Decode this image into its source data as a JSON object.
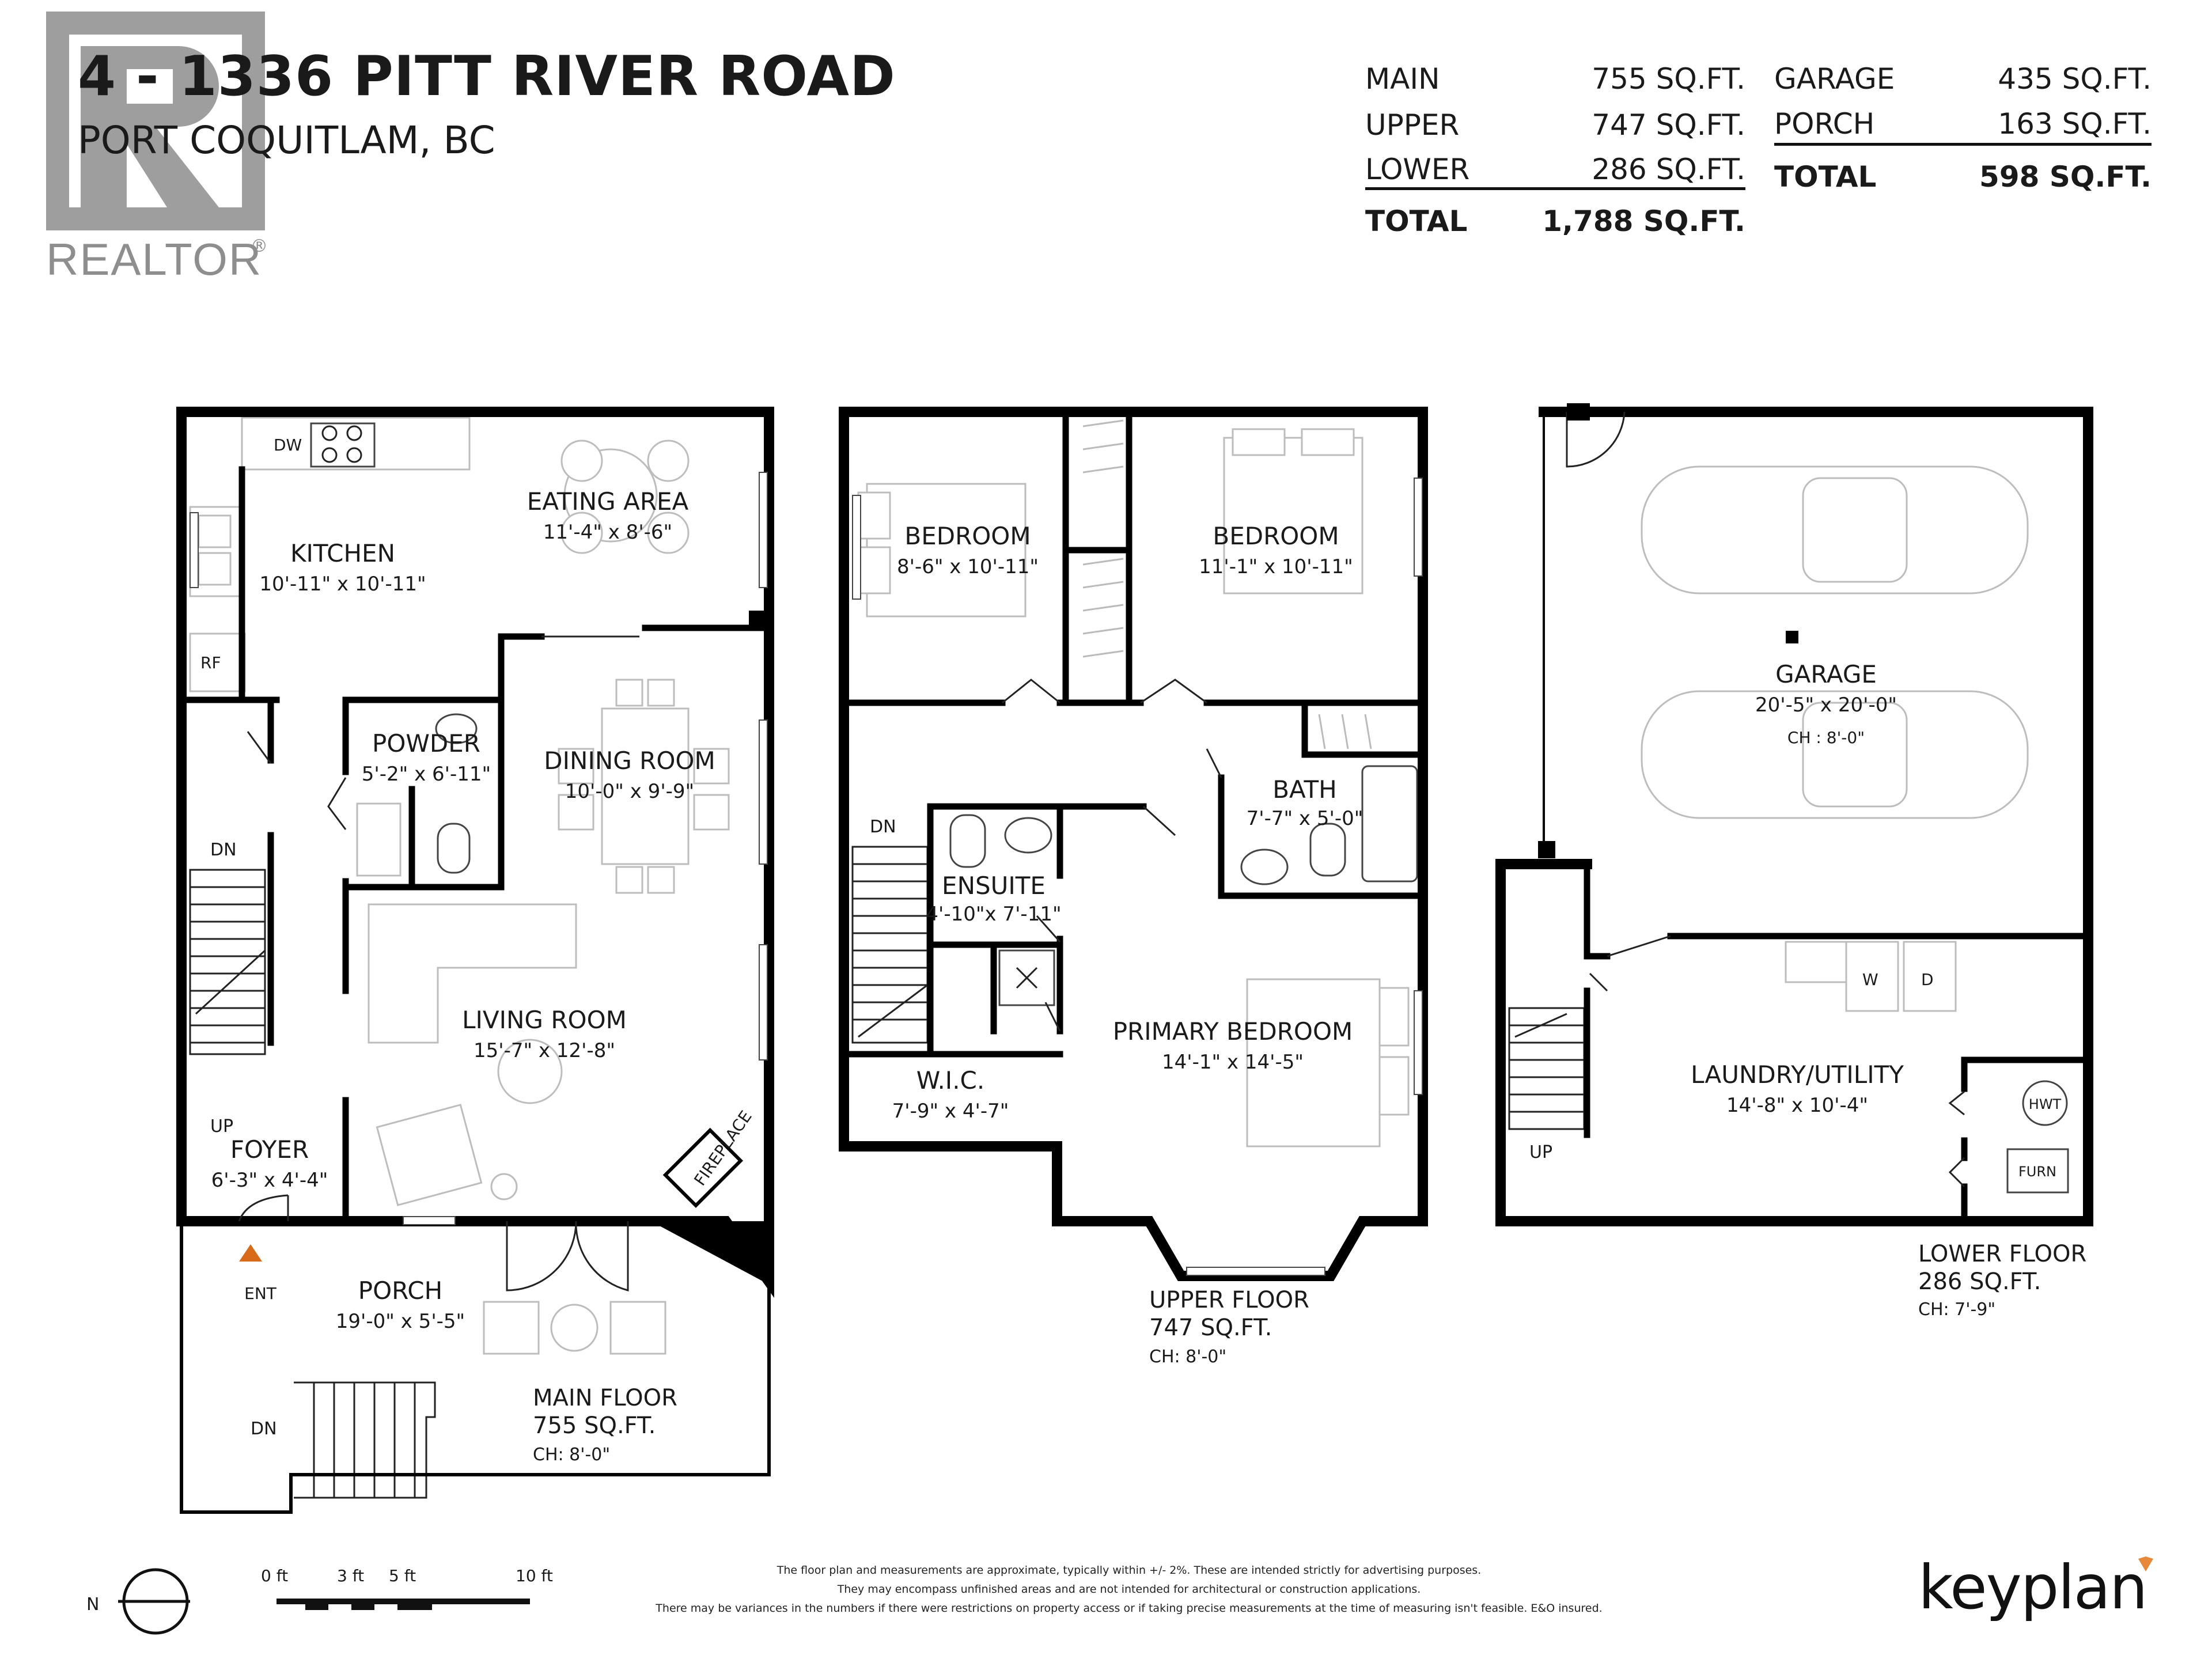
{
  "header": {
    "address": "4 - 1336 PITT RIVER ROAD",
    "city": "PORT COQUITLAM, BC",
    "realtor_logo_text": "REALTOR"
  },
  "areas": {
    "left": [
      {
        "label": "MAIN",
        "value": "755 SQ.FT."
      },
      {
        "label": "UPPER",
        "value": "747 SQ.FT."
      },
      {
        "label": "LOWER",
        "value": "286 SQ.FT."
      }
    ],
    "left_total": {
      "label": "TOTAL",
      "value": "1,788 SQ.FT."
    },
    "right": [
      {
        "label": "GARAGE",
        "value": "435 SQ.FT."
      },
      {
        "label": "PORCH",
        "value": "163 SQ.FT."
      }
    ],
    "right_total": {
      "label": "TOTAL",
      "value": "598 SQ.FT."
    }
  },
  "main_floor": {
    "label": "MAIN FLOOR",
    "area": "755 SQ.FT.",
    "ceiling": "CH: 8'-0\"",
    "rooms": {
      "kitchen": {
        "name": "KITCHEN",
        "dim": "10'-11\" x 10'-11\""
      },
      "eating": {
        "name": "EATING AREA",
        "dim": "11'-4\" x 8'-6\""
      },
      "powder": {
        "name": "POWDER",
        "dim": "5'-2\" x 6'-11\""
      },
      "dining": {
        "name": "DINING ROOM",
        "dim": "10'-0\" x 9'-9\""
      },
      "living": {
        "name": "LIVING ROOM",
        "dim": "15'-7\" x 12'-8\""
      },
      "foyer": {
        "name": "FOYER",
        "dim": "6'-3\" x 4'-4\""
      },
      "porch": {
        "name": "PORCH",
        "dim": "19'-0\" x 5'-5\""
      }
    },
    "tags": {
      "dw": "DW",
      "rf": "RF",
      "dn": "DN",
      "up": "UP",
      "dn2": "DN",
      "fireplace": "FIREPLACE",
      "ent": "ENT"
    }
  },
  "upper_floor": {
    "label": "UPPER FLOOR",
    "area": "747 SQ.FT.",
    "ceiling": "CH: 8'-0\"",
    "rooms": {
      "bedroom1": {
        "name": "BEDROOM",
        "dim": "8'-6\" x 10'-11\""
      },
      "bedroom2": {
        "name": "BEDROOM",
        "dim": "11'-1\" x 10'-11\""
      },
      "bath": {
        "name": "BATH",
        "dim": "7'-7\" x 5'-0\""
      },
      "ensuite": {
        "name": "ENSUITE",
        "dim": "4'-10\"x 7'-11\""
      },
      "wic": {
        "name": "W.I.C.",
        "dim": "7'-9\" x 4'-7\""
      },
      "primary": {
        "name": "PRIMARY BEDROOM",
        "dim": "14'-1\" x 14'-5\""
      }
    },
    "tags": {
      "dn": "DN"
    }
  },
  "lower_floor": {
    "label": "LOWER FLOOR",
    "area": "286 SQ.FT.",
    "ceiling": "CH: 7'-9\"",
    "rooms": {
      "garage": {
        "name": "GARAGE",
        "dim": "20'-5\" x 20'-0\"",
        "ch": "CH : 8'-0\""
      },
      "laundry": {
        "name": "LAUNDRY/UTILITY",
        "dim": "14'-8\" x 10'-4\""
      }
    },
    "tags": {
      "w": "W",
      "d": "D",
      "hwt": "HWT",
      "furn": "FURN",
      "up": "UP"
    }
  },
  "scale": {
    "north": "N",
    "labels": [
      "0 ft",
      "3 ft",
      "5 ft",
      "10 ft"
    ]
  },
  "disclaimer": [
    "The floor plan and measurements are approximate, typically within +/- 2%. These are intended strictly for advertising purposes.",
    "They may encompass unfinished areas and are not intended for architectural or construction applications.",
    "There may be variances in the numbers if there were restrictions on property access or if taking precise measurements at the time of measuring isn't feasible. E&O insured."
  ],
  "brand": "keyplan"
}
